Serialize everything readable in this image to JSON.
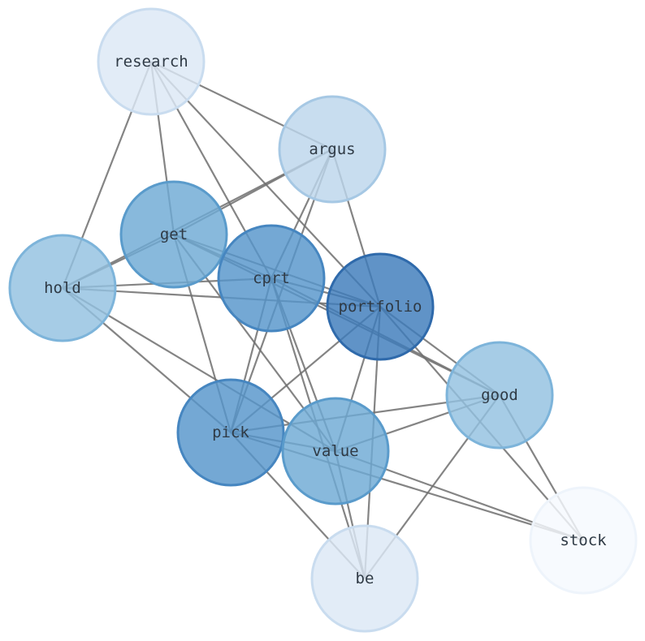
{
  "nodes": [
    {
      "id": "research",
      "label": "research",
      "color": "#dce8f5",
      "stroke": "#c9dcef"
    },
    {
      "id": "argus",
      "label": "argus",
      "color": "#bcd6eb",
      "stroke": "#a6c8e4"
    },
    {
      "id": "get",
      "label": "get",
      "color": "#6ea9d4",
      "stroke": "#5a9bcb"
    },
    {
      "id": "hold",
      "label": "hold",
      "color": "#92c1e0",
      "stroke": "#7db4da"
    },
    {
      "id": "cprt",
      "label": "cprt",
      "color": "#5595cb",
      "stroke": "#4686c0"
    },
    {
      "id": "portfolio",
      "label": "portfolio",
      "color": "#3d7bbb",
      "stroke": "#2f6aab"
    },
    {
      "id": "good",
      "label": "good",
      "color": "#92c1e0",
      "stroke": "#7db4da"
    },
    {
      "id": "pick",
      "label": "pick",
      "color": "#5595cb",
      "stroke": "#4686c0"
    },
    {
      "id": "value",
      "label": "value",
      "color": "#6ea9d4",
      "stroke": "#5a9bcb"
    },
    {
      "id": "be",
      "label": "be",
      "color": "#dce8f5",
      "stroke": "#c9dcef"
    },
    {
      "id": "stock",
      "label": "stock",
      "color": "#f5f9fe",
      "stroke": "#eef4fb"
    }
  ],
  "edges": [
    [
      "research",
      "argus"
    ],
    [
      "research",
      "get"
    ],
    [
      "research",
      "hold"
    ],
    [
      "research",
      "cprt"
    ],
    [
      "research",
      "portfolio"
    ],
    [
      "argus",
      "get"
    ],
    [
      "argus",
      "hold"
    ],
    [
      "argus",
      "cprt"
    ],
    [
      "argus",
      "portfolio"
    ],
    [
      "argus",
      "pick"
    ],
    [
      "get",
      "cprt"
    ],
    [
      "get",
      "portfolio"
    ],
    [
      "get",
      "good"
    ],
    [
      "get",
      "pick"
    ],
    [
      "get",
      "value"
    ],
    [
      "get",
      "hold"
    ],
    [
      "hold",
      "cprt"
    ],
    [
      "hold",
      "portfolio"
    ],
    [
      "hold",
      "pick"
    ],
    [
      "hold",
      "value"
    ],
    [
      "cprt",
      "portfolio"
    ],
    [
      "cprt",
      "good"
    ],
    [
      "cprt",
      "pick"
    ],
    [
      "cprt",
      "value"
    ],
    [
      "cprt",
      "be"
    ],
    [
      "portfolio",
      "good"
    ],
    [
      "portfolio",
      "pick"
    ],
    [
      "portfolio",
      "value"
    ],
    [
      "portfolio",
      "be"
    ],
    [
      "portfolio",
      "stock"
    ],
    [
      "good",
      "pick"
    ],
    [
      "good",
      "value"
    ],
    [
      "good",
      "be"
    ],
    [
      "good",
      "stock"
    ],
    [
      "pick",
      "value"
    ],
    [
      "pick",
      "be"
    ],
    [
      "pick",
      "stock"
    ],
    [
      "value",
      "stock"
    ],
    [
      "value",
      "be"
    ]
  ]
}
